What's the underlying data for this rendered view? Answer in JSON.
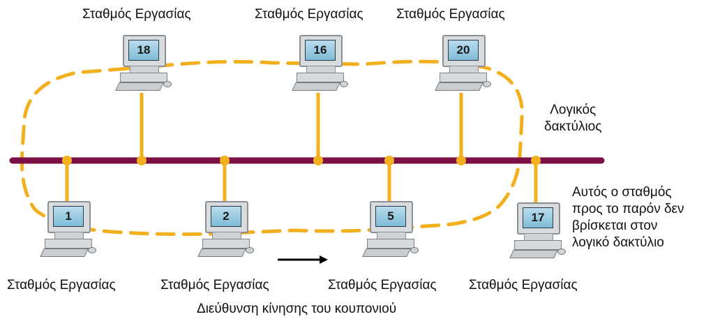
{
  "stations": [
    {
      "number": "18",
      "label": "Σταθμός Εργασίας"
    },
    {
      "number": "16",
      "label": "Σταθμός Εργασίας"
    },
    {
      "number": "20",
      "label": "Σταθμός Εργασίας"
    },
    {
      "number": "1",
      "label": "Σταθμός Εργασίας"
    },
    {
      "number": "2",
      "label": "Σταθμός Εργασίας"
    },
    {
      "number": "5",
      "label": "Σταθμός Εργασίας"
    },
    {
      "number": "17",
      "label": "Σταθμός Εργασίας"
    }
  ],
  "logical_ring_label": [
    "Λογικός",
    "δακτύλιος"
  ],
  "excluded_note": [
    "Αυτός ο σταθμός",
    "προς το παρόν δεν",
    "βρίσκεται στον",
    "λογικό δακτύλιο"
  ],
  "direction_caption": "Διεύθυνση κίνησης του κουπονιού",
  "colors": {
    "bus": "#7a1043",
    "ring": "#f2b01e",
    "drop": "#f2b01e",
    "arrow": "#000000"
  }
}
